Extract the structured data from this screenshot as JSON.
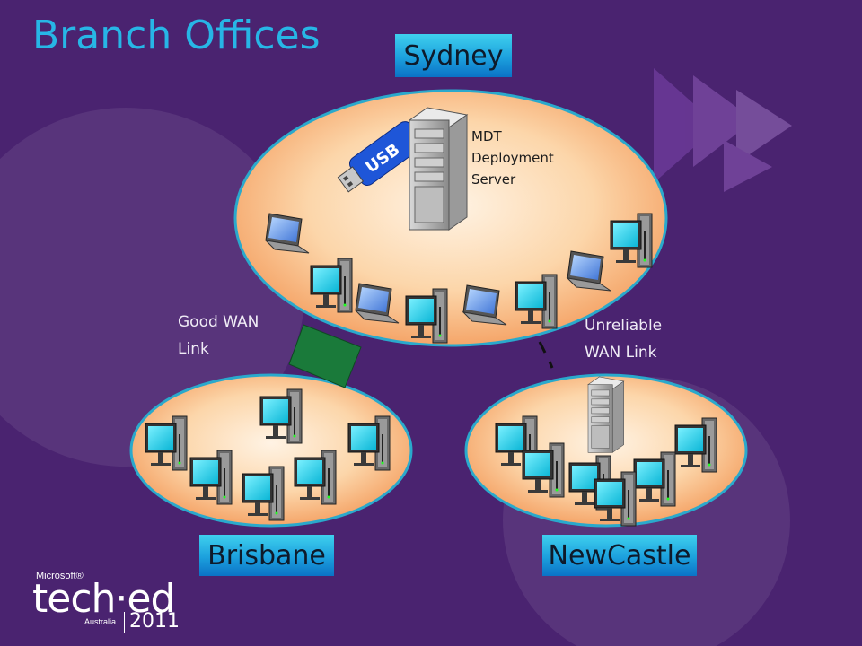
{
  "slide": {
    "title": "Branch Offices"
  },
  "sites": {
    "hq": "Sydney",
    "branch_good": "Brisbane",
    "branch_unreliable": "NewCastle"
  },
  "labels": {
    "server_line1": "MDT",
    "server_line2": "Deployment",
    "server_line3": "Server",
    "good_line1": "Good WAN",
    "good_line2": "Link",
    "bad_line1": "Unreliable",
    "bad_line2": "WAN Link",
    "usb": "USB"
  },
  "logo": {
    "brand": "Microsoft®",
    "event": "tech·ed",
    "region": "Australia",
    "year": "2011"
  },
  "colors": {
    "background": "#4a2370",
    "title": "#27b6e6",
    "good_link": "#1a7a3a",
    "city_box": "#1ca0dd"
  }
}
